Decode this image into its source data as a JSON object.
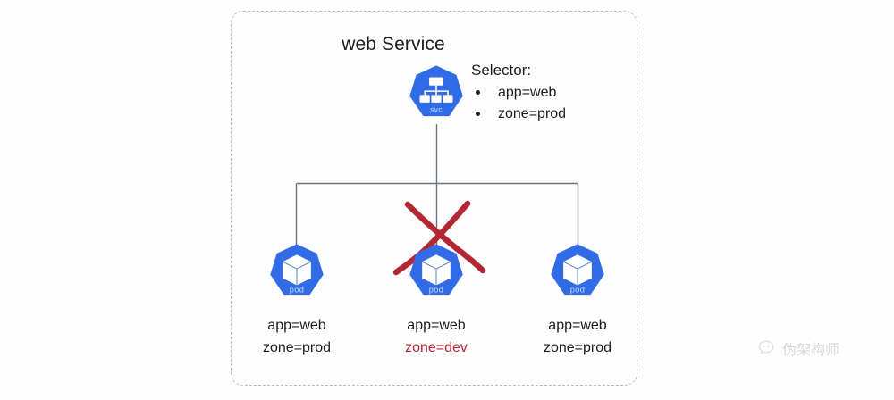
{
  "diagram": {
    "title": "web Service",
    "type": "kubernetes-service-selector",
    "colors": {
      "k8s_blue": "#316ce6",
      "k8s_blue_dark": "#2a5fd0",
      "cross_red": "#b32633",
      "label_red": "#b32633",
      "connector_gray": "#6b7280",
      "frame_dash": "#b9bcc2",
      "text": "#1d1d1f"
    },
    "service": {
      "name": "web Service",
      "icon": "kubernetes-svc-icon",
      "icon_caption": "svc",
      "selector": {
        "heading": "Selector:",
        "items": [
          "app=web",
          "zone=prod"
        ]
      }
    },
    "pods": [
      {
        "icon": "kubernetes-pod-icon",
        "icon_caption": "pod",
        "labels": [
          "app=web",
          "zone=prod"
        ],
        "mismatch": false,
        "connected": true
      },
      {
        "icon": "kubernetes-pod-icon",
        "icon_caption": "pod",
        "labels": [
          "app=web",
          "zone=dev"
        ],
        "mismatch": true,
        "mismatch_label": "zone=dev",
        "connected": false
      },
      {
        "icon": "kubernetes-pod-icon",
        "icon_caption": "pod",
        "labels": [
          "app=web",
          "zone=prod"
        ],
        "mismatch": false,
        "connected": true
      }
    ],
    "cross_marker": {
      "name": "connection-blocked-cross",
      "color": "#b32633"
    }
  },
  "watermark": {
    "text": "伪架构师",
    "icon": "wechat-bubble-icon"
  }
}
